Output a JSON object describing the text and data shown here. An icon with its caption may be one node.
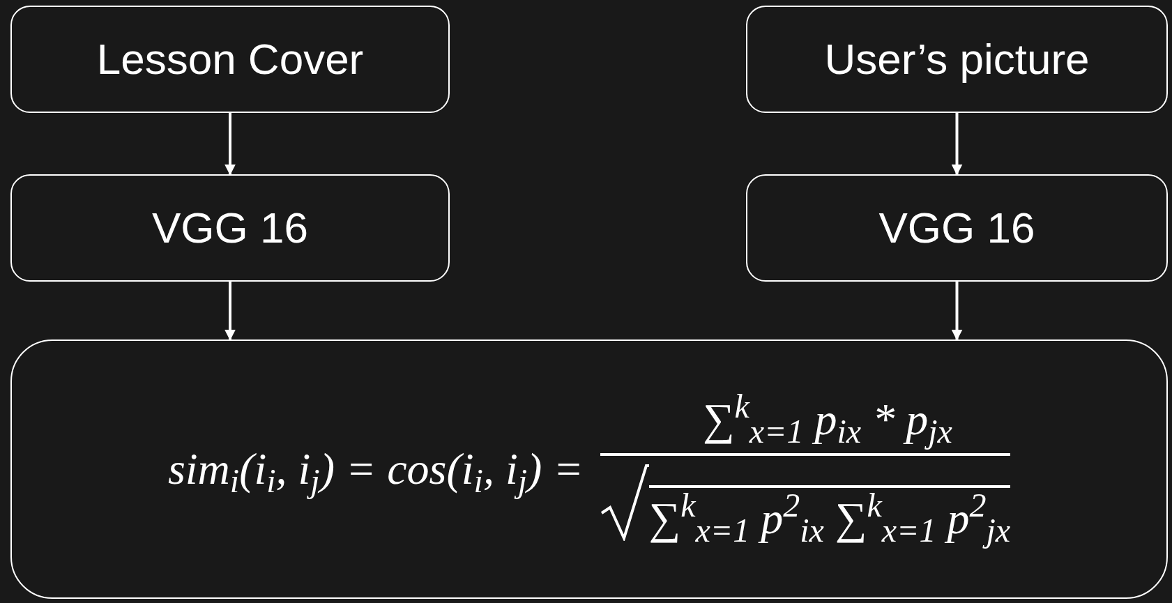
{
  "diagram": {
    "nodes": [
      {
        "text": [
          "Lesson Cover"
        ]
      },
      {
        "text": [
          "VGG 16"
        ]
      },
      {
        "text": [
          "User’s picture"
        ]
      },
      {
        "text": [
          "VGG 16"
        ]
      },
      {
        "text": [
          "sim$_{i}$(i$_{i}$, i$_{j}$) = cos(i$_{i}$, i$_{j}$) =",
          "∑$^{k}$$_{x=1}$ p$_{ix}$ * p$_{jx}$",
          "∑$^{k}$$_{x=1}$ p$^{2}$$_{ix}$ ∑$^{k}$$_{x=1}$ p$^{2}$$_{jx}$"
        ]
      }
    ],
    "edges": [
      {
        "from": 0,
        "to": 1,
        "arrow": "to"
      },
      {
        "from": 2,
        "to": 3,
        "arrow": "to"
      },
      {
        "from": 1,
        "to": 4,
        "arrow": "to"
      },
      {
        "from": 3,
        "to": 4,
        "arrow": "to"
      }
    ]
  }
}
